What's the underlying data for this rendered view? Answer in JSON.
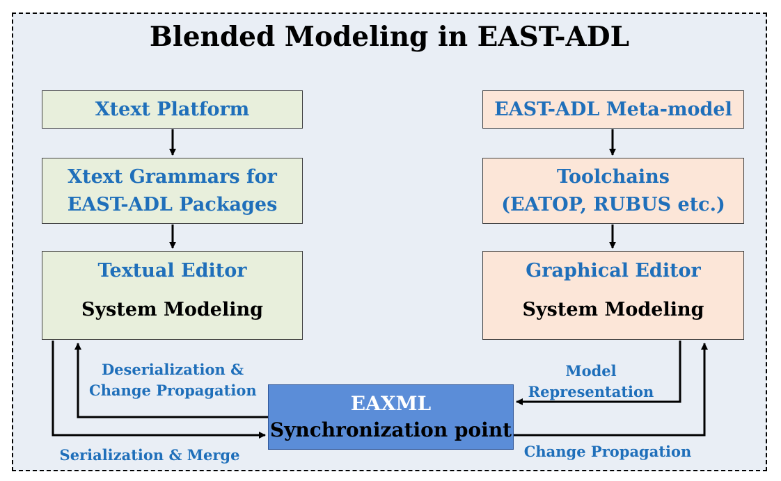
{
  "title": "Blended Modeling in EAST-ADL",
  "left": {
    "platform": "Xtext Platform",
    "grammars_line1": "Xtext Grammars for",
    "grammars_line2": "EAST-ADL Packages",
    "editor_title": "Textual Editor",
    "editor_subtitle": "System Modeling"
  },
  "right": {
    "metamodel": "EAST-ADL Meta-model",
    "toolchains_line1": "Toolchains",
    "toolchains_line2": "(EATOP, RUBUS etc.)",
    "editor_title": "Graphical Editor",
    "editor_subtitle": "System Modeling"
  },
  "center": {
    "eaxml_line1": "EAXML",
    "eaxml_line2": "Synchronization point"
  },
  "labels": {
    "deserialization_line1": "Deserialization &",
    "deserialization_line2": "Change Propagation",
    "serialization": "Serialization & Merge",
    "model_line1": "Model",
    "model_line2": "Representation",
    "change_propagation": "Change Propagation"
  },
  "colors": {
    "background": "#e9eef5",
    "left_boxes": "#e8efdc",
    "right_boxes": "#fce6d8",
    "eaxml_box": "#5b8dd8",
    "blue_text": "#1f6fba"
  }
}
